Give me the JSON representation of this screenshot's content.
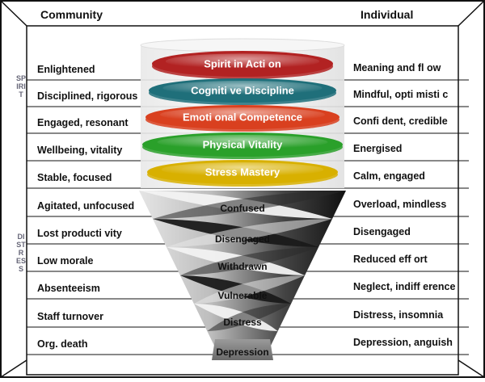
{
  "headers": {
    "left": "Community",
    "right": "Individual"
  },
  "side_labels": {
    "upper": "SPIRIT",
    "lower": "DISTRESS"
  },
  "levels": [
    {
      "community": "Enlightened",
      "individual": "Meaning and fl ow",
      "band": "Spirit in Acti on",
      "color": "#b22222"
    },
    {
      "community": "Disciplined, rigorous",
      "individual": "Mindful, opti misti c",
      "band": "Cogniti ve Discipline",
      "color": "#1f6f7a"
    },
    {
      "community": "Engaged, resonant",
      "individual": "Confi dent, credible",
      "band": "Emoti onal Competence",
      "color": "#d9401f"
    },
    {
      "community": "Wellbeing, vitality",
      "individual": "Energised",
      "band": "Physical Vitality",
      "color": "#2aa02a"
    },
    {
      "community": "Stable, focused",
      "individual": "Calm, engaged",
      "band": "Stress Mastery",
      "color": "#d8b000"
    },
    {
      "community": "Agitated, unfocused",
      "individual": "Overload, mindless",
      "band": "Confused"
    },
    {
      "community": "Lost producti vity",
      "individual": "Disengaged",
      "band": "Disengaged"
    },
    {
      "community": "Low morale",
      "individual": "Reduced eff ort",
      "band": "Withdrawn"
    },
    {
      "community": "Absenteeism",
      "individual": "Neglect, indiff erence",
      "band": "Vulnerable"
    },
    {
      "community": "Staff turnover",
      "individual": "Distress, insomnia",
      "band": "Distress"
    },
    {
      "community": "Org. death",
      "individual": "Depression, anguish",
      "band": "Depression"
    }
  ]
}
